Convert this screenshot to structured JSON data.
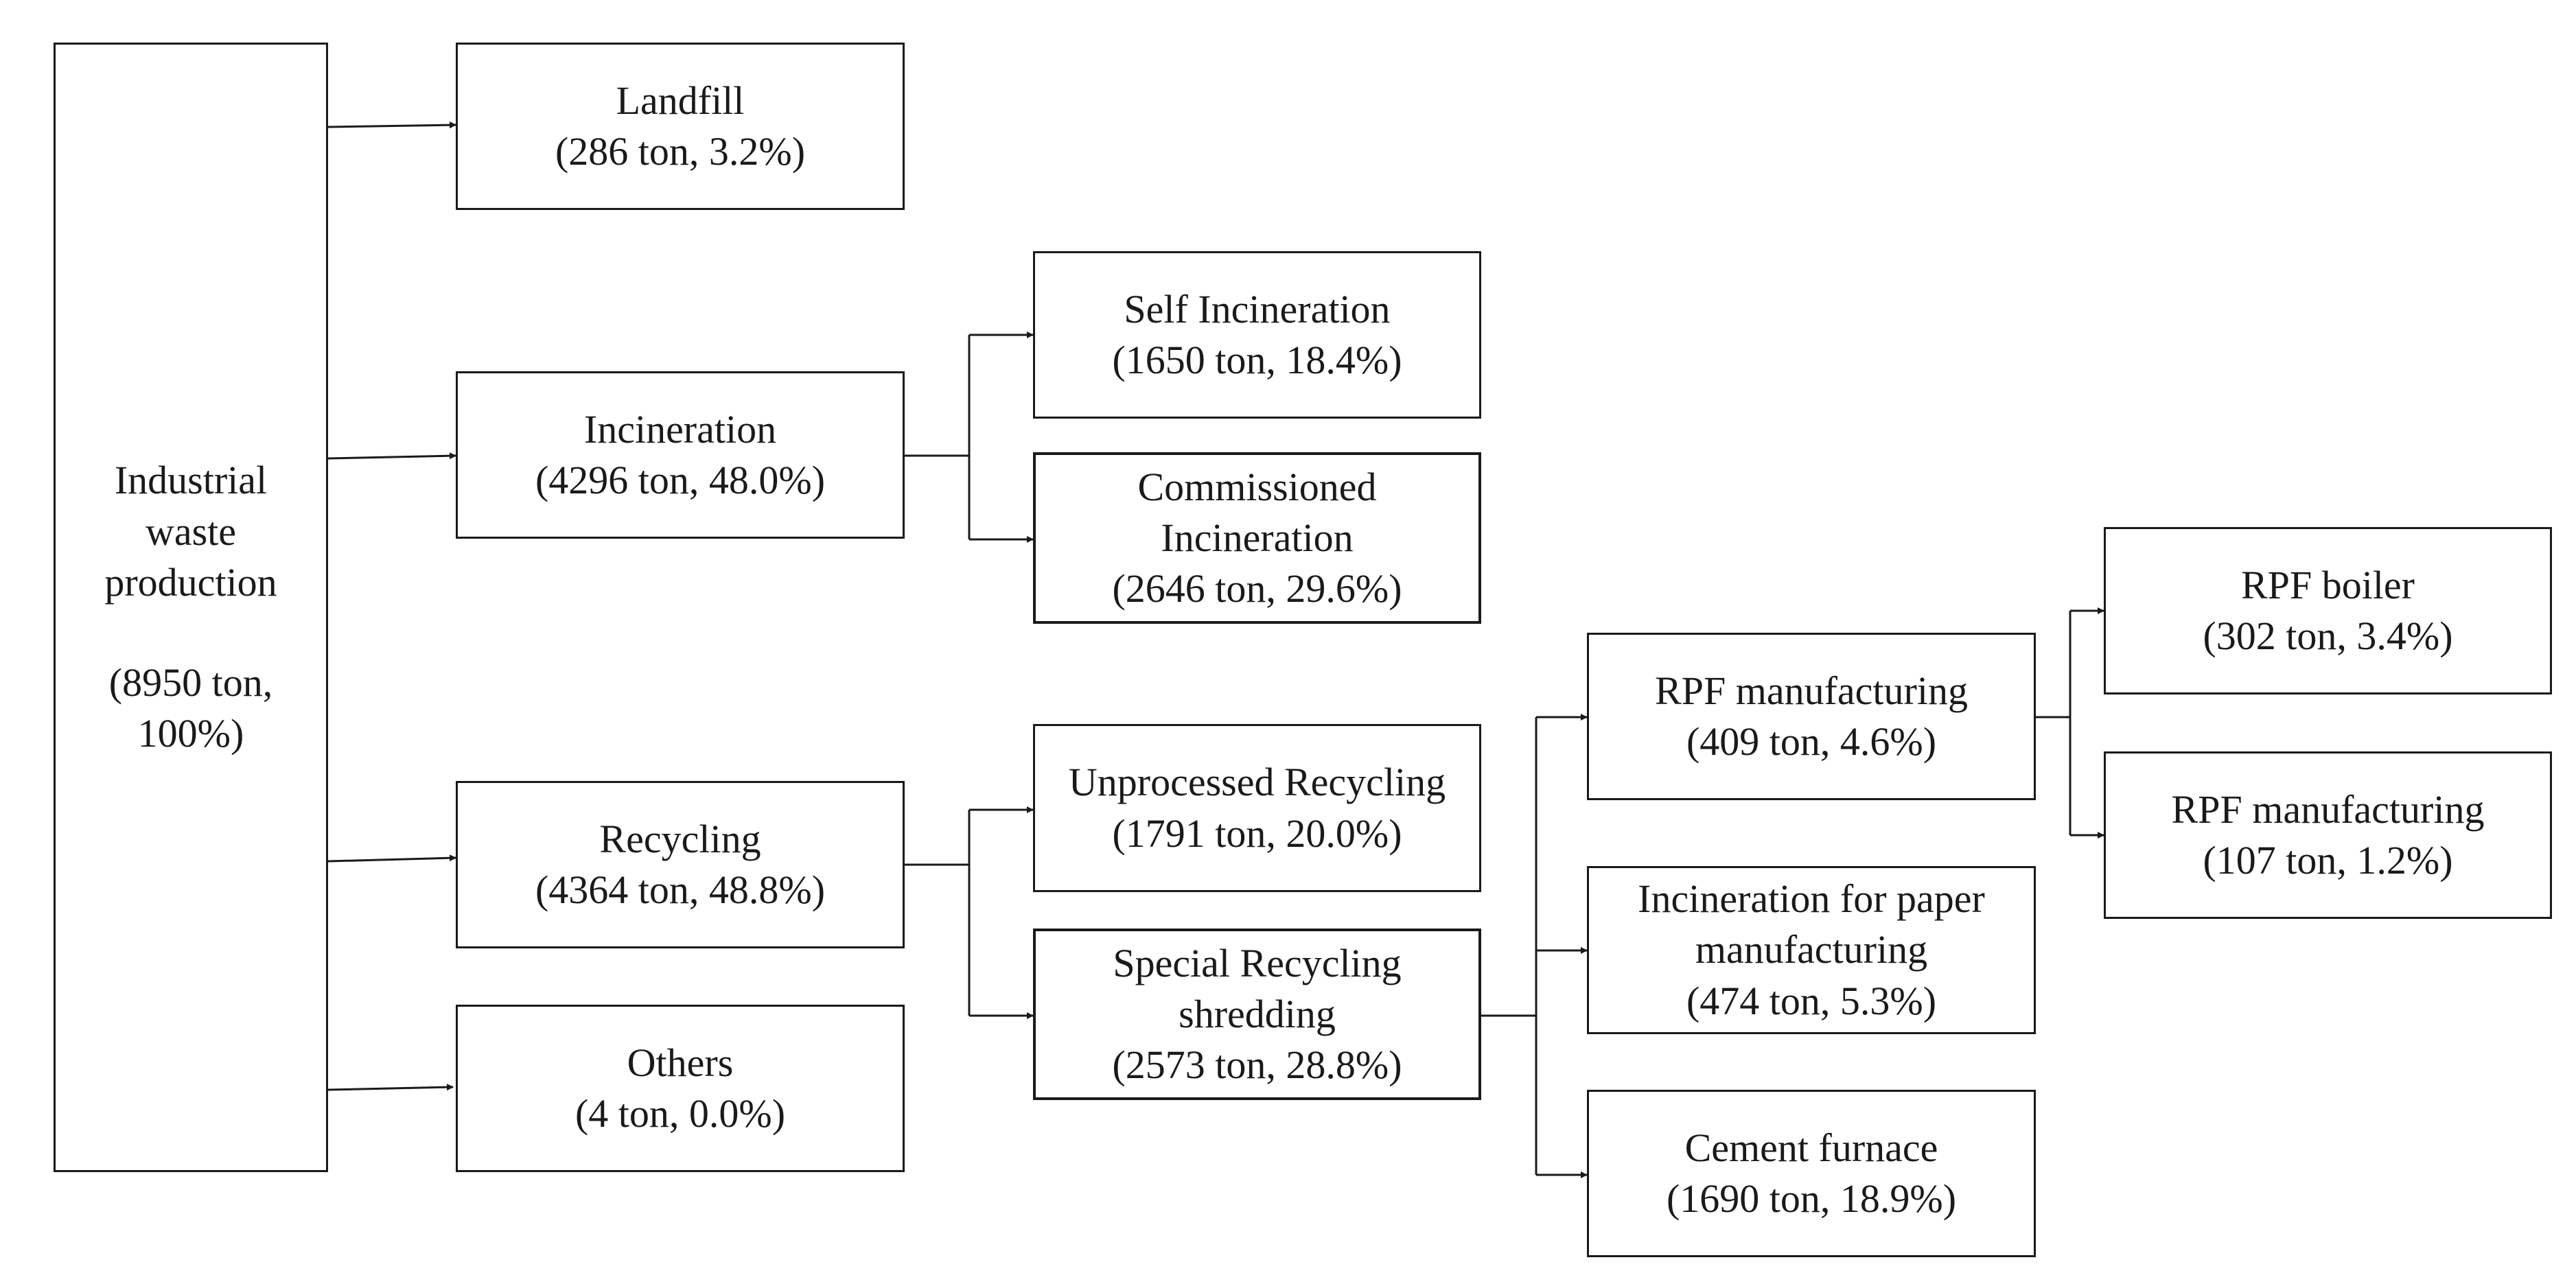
{
  "diagram": {
    "root": {
      "label_lines": [
        "Industrial",
        "waste",
        "production"
      ],
      "value_lines": [
        "(8950 ton,",
        "100%)"
      ]
    },
    "landfill": {
      "label": "Landfill",
      "value": "(286 ton, 3.2%)"
    },
    "incineration": {
      "label": "Incineration",
      "value": "(4296 ton, 48.0%)"
    },
    "recycling": {
      "label": "Recycling",
      "value": "(4364 ton, 48.8%)"
    },
    "others": {
      "label": "Others",
      "value": "(4 ton, 0.0%)"
    },
    "self_incineration": {
      "label": "Self Incineration",
      "value": "(1650 ton, 18.4%)"
    },
    "commissioned_incineration": {
      "label_lines": [
        "Commissioned",
        "Incineration"
      ],
      "value": "(2646 ton, 29.6%)"
    },
    "unprocessed_recycling": {
      "label": "Unprocessed Recycling",
      "value": "(1791 ton, 20.0%)"
    },
    "special_recycling": {
      "label_lines": [
        "Special Recycling",
        "shredding"
      ],
      "value": "(2573 ton, 28.8%)"
    },
    "rpf_manufacturing": {
      "label": "RPF manufacturing",
      "value": "(409 ton, 4.6%)"
    },
    "paper_incineration": {
      "label_lines": [
        "Incineration for paper",
        "manufacturing"
      ],
      "value": "(474 ton, 5.3%)"
    },
    "cement_furnace": {
      "label": "Cement furnace",
      "value": "(1690 ton, 18.9%)"
    },
    "rpf_boiler": {
      "label": "RPF boiler",
      "value": "(302 ton, 3.4%)"
    },
    "rpf_manufacturing_2": {
      "label": "RPF manufacturing",
      "value": "(107 ton, 1.2%)"
    }
  }
}
